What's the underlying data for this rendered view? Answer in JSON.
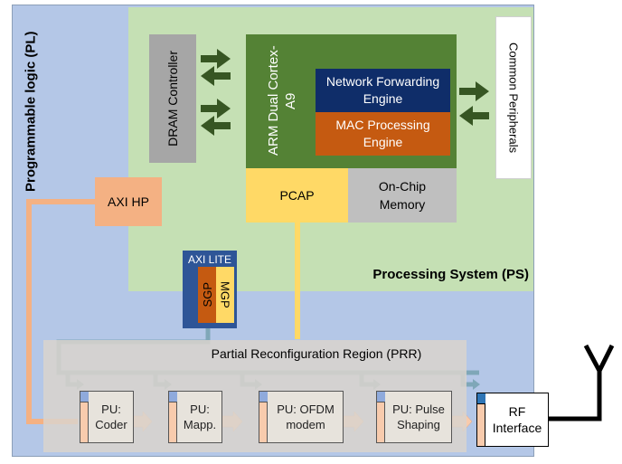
{
  "colors": {
    "pl_bg": "#b4c7e7",
    "ps_bg": "#c5e0b4",
    "prr_bg": "#d9d4cd",
    "arm_green": "#548235",
    "dram_grey": "#a6a6a6",
    "network_navy": "#0f2d69",
    "mac_orange": "#c55a11",
    "pcap_yellow": "#ffd966",
    "onchip_grey": "#bfbfbf",
    "axi_hp_salmon": "#f4b183",
    "axi_lite_blue": "#2e5597",
    "pu_bg": "#e7e3dc",
    "pu_orange_bar": "#f8cbad",
    "pu_blue_square": "#8faadc",
    "connector_teal": "#7fa7b8",
    "arrow_peach": "#f8cbad",
    "arrow_dark_green": "#375623"
  },
  "labels": {
    "pl": "Programmable logic (PL)",
    "ps": "Processing System (PS)",
    "dram": "DRAM Controller",
    "arm": "ARM Dual Cortex-A9",
    "network": "Network Forwarding Engine",
    "mac": "MAC Processing Engine",
    "peripherals": "Common Peripherals",
    "pcap": "PCAP",
    "onchip": "On-Chip Memory",
    "axi_hp": "AXI HP",
    "axi_lite": "AXI LITE",
    "sgp": "SGP",
    "mgp": "MGP",
    "prr": "Partial Reconfiguration Region (PRR)",
    "rf": "RF Interface"
  },
  "pus": [
    {
      "label": "PU: Coder"
    },
    {
      "label": "PU: Mapp."
    },
    {
      "label": "PU: OFDM modem"
    },
    {
      "label": "PU: Pulse Shaping"
    }
  ],
  "icons": {
    "antenna": "antenna-icon",
    "arrow": "double-arrow-icon"
  }
}
